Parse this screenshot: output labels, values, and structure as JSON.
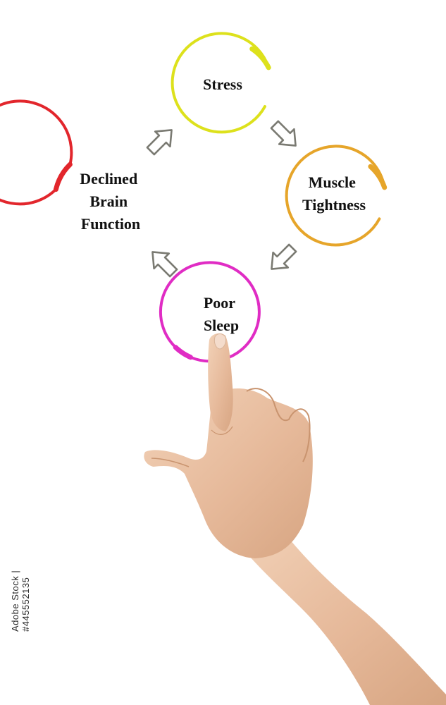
{
  "diagram": {
    "type": "cycle",
    "nodes": [
      {
        "id": "stress",
        "lines": [
          "Stress"
        ],
        "color": "#dde11c"
      },
      {
        "id": "muscle-tightness",
        "lines": [
          "Muscle",
          "Tightness"
        ],
        "color": "#e6a52a"
      },
      {
        "id": "poor-sleep",
        "lines": [
          "Poor",
          "Sleep"
        ],
        "color": "#e02cc4"
      },
      {
        "id": "declined-brain-function",
        "lines": [
          "Declined",
          "Brain",
          "Function"
        ],
        "color": "#e2262c"
      }
    ],
    "edges": [
      {
        "from": "stress",
        "to": "muscle-tightness"
      },
      {
        "from": "muscle-tightness",
        "to": "poor-sleep"
      },
      {
        "from": "poor-sleep",
        "to": "declined-brain-function"
      },
      {
        "from": "declined-brain-function",
        "to": "stress"
      }
    ],
    "arrow_color": "#7a7a72"
  },
  "watermark": {
    "text": "Adobe Stock | #445552135"
  },
  "photo": {
    "subject": "hand-pointing"
  }
}
